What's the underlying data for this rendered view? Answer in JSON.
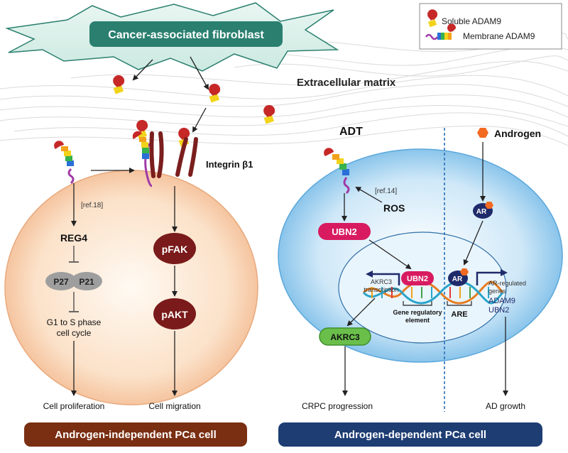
{
  "legend": {
    "soluble": "Soluble ADAM9",
    "membrane": "Membrane ADAM9"
  },
  "top": {
    "fibroblast": "Cancer-associated fibroblast",
    "ecm": "Extracellular matrix"
  },
  "left_cell": {
    "integrin": "Integrin β1",
    "ref": "[ref.18]",
    "reg4": "REG4",
    "p27": "P27",
    "p21": "P21",
    "g1_line1": "G1 to S phase",
    "g1_line2": "cell cycle",
    "pfak": "pFAK",
    "pakt": "pAKT",
    "out_prolif": "Cell proliferation",
    "out_migration": "Cell migration",
    "banner": "Androgen-independent PCa cell"
  },
  "right_cell": {
    "adt": "ADT",
    "androgen": "Androgen",
    "ref": "[ref.14]",
    "ros": "ROS",
    "ubn2": "UBN2",
    "ar": "AR",
    "akrc3_tx_1": "AKRC3",
    "akrc3_tx_2": "transcription",
    "gene_reg_1": "Gene regulatory",
    "gene_reg_2": "element",
    "are": "ARE",
    "ar_genes_1": "AR-regulated",
    "ar_genes_2": "genes",
    "gene_adam9": "ADAM9",
    "gene_ubn2": "UBN2",
    "akrc3": "AKRC3",
    "out_crpc": "CRPC progression",
    "out_ad": "AD growth",
    "banner": "Androgen-dependent PCa cell"
  },
  "colors": {
    "teal": "#2a7f6f",
    "dark_red": "#7a1a1a",
    "pink": "#d81b60",
    "green": "#6abf4b",
    "navy": "#1f2a6b",
    "left_cell": "#f7c79e",
    "right_cell": "#7dbde8",
    "banner_left": "#7a2e12",
    "banner_right": "#1e3d73",
    "orange": "#f26a21"
  }
}
